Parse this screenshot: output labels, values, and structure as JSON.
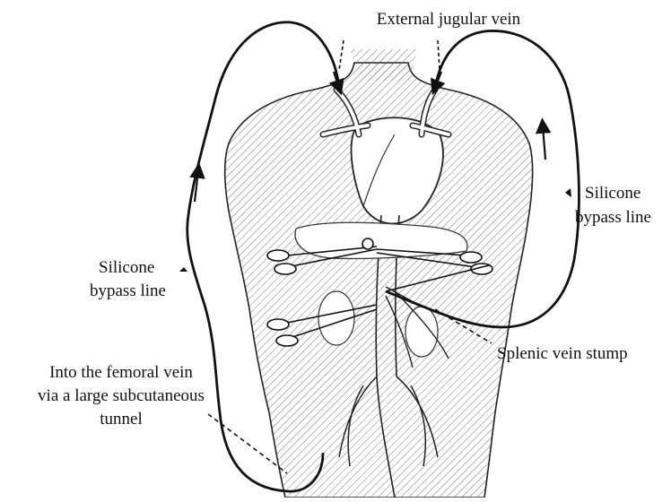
{
  "labels": {
    "external_jugular": "External jugular vein",
    "silicone_right_1": "Silicone",
    "silicone_right_2": "bypass line",
    "silicone_left_1": "Silicone",
    "silicone_left_2": "bypass line",
    "splenic_stump": "Splenic vein stump",
    "femoral_1": "Into the femoral vein",
    "femoral_2": "via a large subcutaneous",
    "femoral_3": "tunnel"
  },
  "colors": {
    "ink": "#111111",
    "hatch": "#555555",
    "background": "#ffffff"
  }
}
